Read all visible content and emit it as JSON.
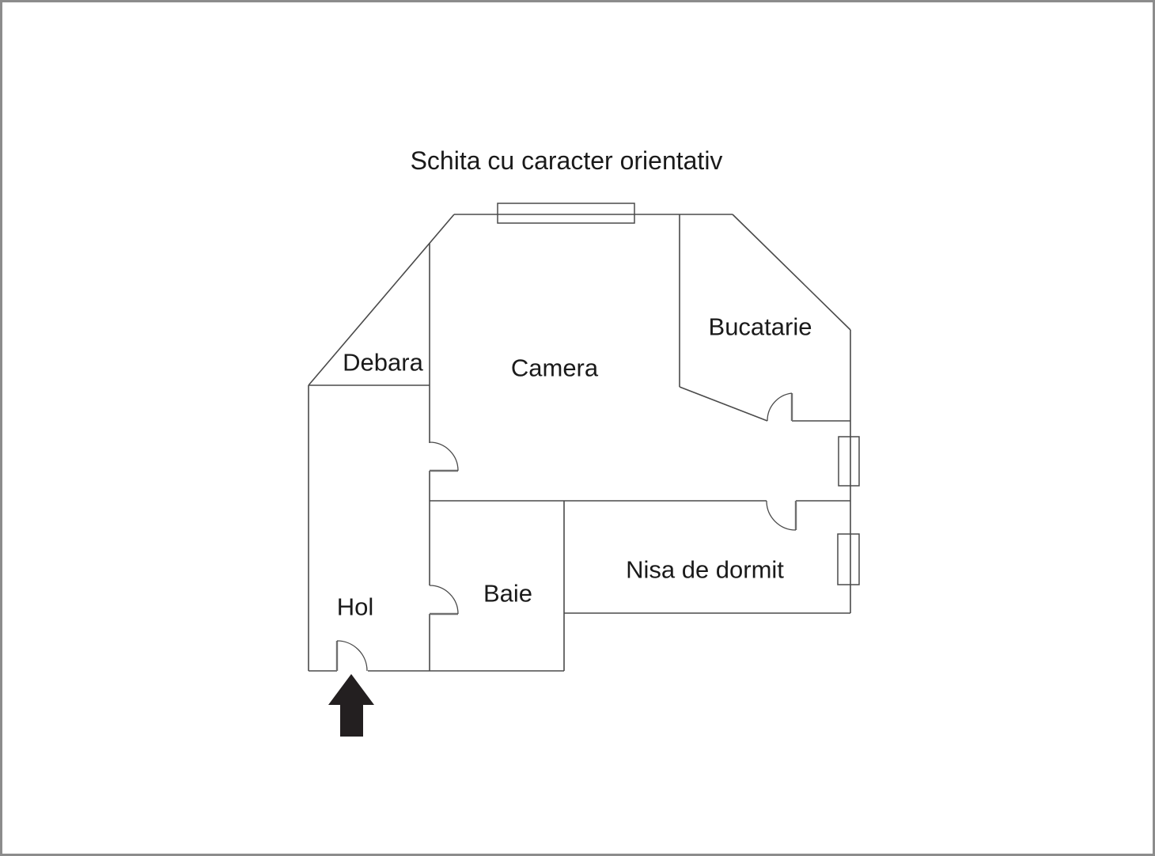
{
  "title": "Schita cu caracter orientativ",
  "rooms": {
    "debara": {
      "label": "Debara"
    },
    "camera": {
      "label": "Camera"
    },
    "bucatarie": {
      "label": "Bucatarie"
    },
    "hol": {
      "label": "Hol"
    },
    "baie": {
      "label": "Baie"
    },
    "nisa_de_dormit": {
      "label": "Nisa de dormit"
    }
  },
  "icons": {
    "entrance_arrow": "arrow-up-icon"
  },
  "colors": {
    "wall_line": "#4a4a4a",
    "door_leaf": "#6f6f6f",
    "arrow_fill": "#231f20",
    "frame_border": "#8c8c8c",
    "background": "#ffffff",
    "text": "#1a1a1a"
  }
}
